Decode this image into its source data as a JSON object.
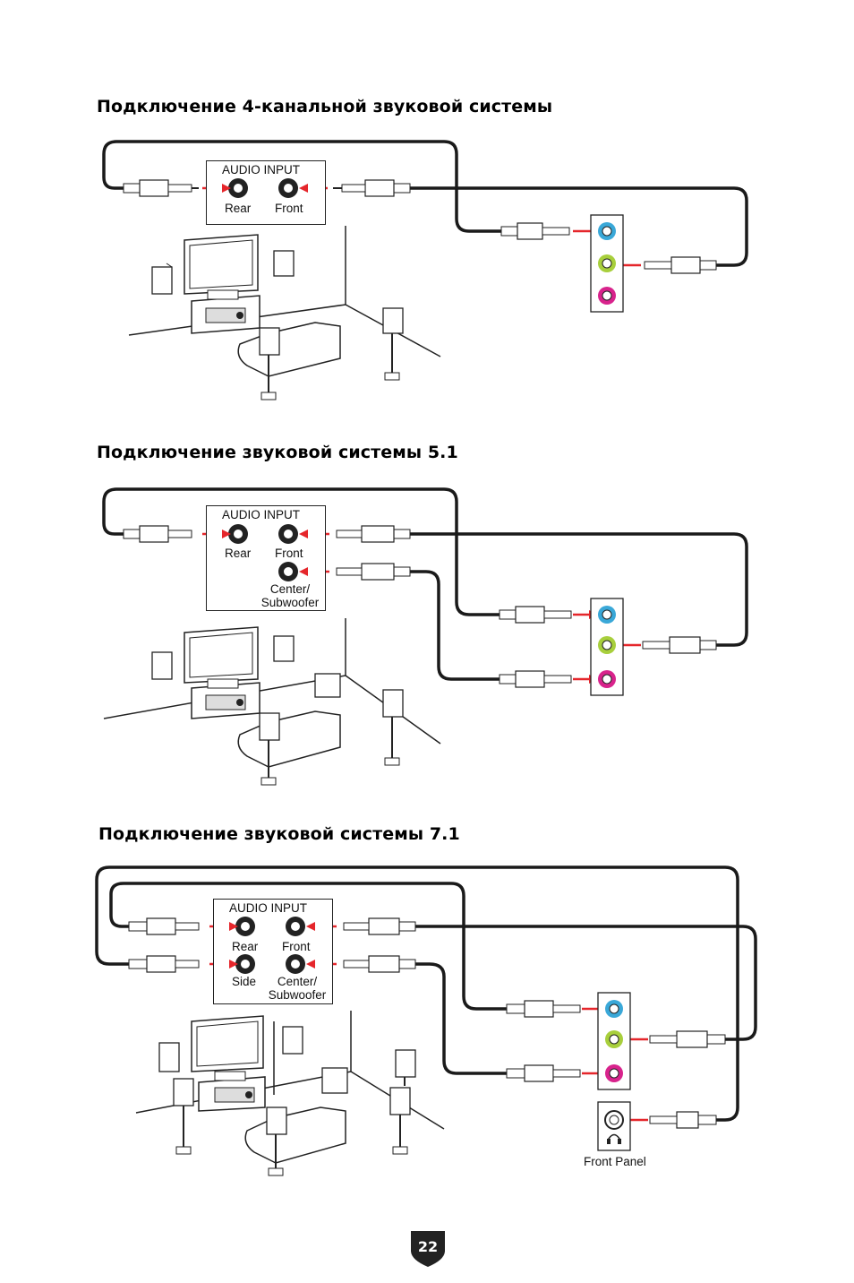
{
  "sections": [
    {
      "title": "Подключение 4-канальной звуковой системы",
      "audio_input": "AUDIO INPUT",
      "rear": "Rear",
      "front": "Front"
    },
    {
      "title": "Подключение звуковой системы 5.1",
      "audio_input": "AUDIO INPUT",
      "rear": "Rear",
      "front": "Front",
      "center_sub": "Center/\nSubwoofer"
    },
    {
      "title": "Подключение звуковой системы 7.1",
      "audio_input": "AUDIO INPUT",
      "rear": "Rear",
      "front": "Front",
      "side": "Side",
      "center_sub": "Center/\nSubwoofer",
      "front_panel": "Front Panel"
    }
  ],
  "page_number": "22",
  "colors": {
    "jack_blue": "#3aa8d8",
    "jack_green": "#a8cf3c",
    "jack_pink": "#d8238c",
    "arrow_red": "#e5262b",
    "cable": "#1a1a1a",
    "badge": "#222222"
  },
  "icons": [
    "headphone-icon",
    "speaker-icon",
    "tv-icon",
    "sofa-icon",
    "receiver-icon"
  ]
}
